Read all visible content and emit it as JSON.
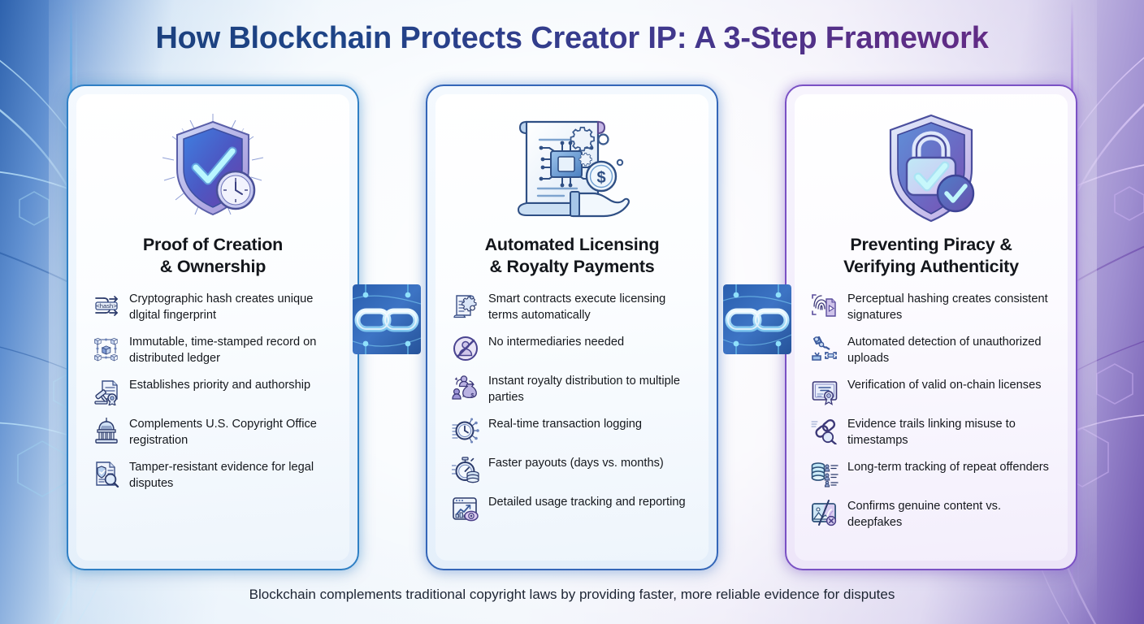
{
  "page": {
    "title": "How Blockchain Protects Creator IP: A 3-Step Framework",
    "footer": "Blockchain complements traditional copyright laws by providing faster, more reliable evidence for disputes"
  },
  "theme": {
    "title_gradient_start": "#1b3e78",
    "title_gradient_end": "#6b2b85",
    "card1_border": "#2f7fc4",
    "card2_border": "#3466b8",
    "card3_border": "#7a51c4",
    "accent_cyan": "#5fe0f0",
    "background_left": "#2e62ad",
    "background_right": "#6d53ad"
  },
  "cards": [
    {
      "id": "proof-of-creation",
      "hero_icon": "shield-check-clock-icon",
      "title_line1": "Proof of Creation",
      "title_line2": "& Ownership",
      "features": [
        {
          "icon": "hash-arrows-icon",
          "text": "Cryptographic hash creates unique dlgital fingerprint"
        },
        {
          "icon": "blockchain-nodes-icon",
          "text": "Immutable, time-stamped record on distributed ledger"
        },
        {
          "icon": "gavel-document-seal-icon",
          "text": "Establishes priority and authorship"
        },
        {
          "icon": "government-building-icon",
          "text": "Complements U.S. Copyright Office registration"
        },
        {
          "icon": "document-shield-magnifier-icon",
          "text": "Tamper-resistant evidence for legal disputes"
        }
      ]
    },
    {
      "id": "automated-licensing",
      "hero_icon": "smart-contract-scroll-hand-icon",
      "title_line1": "Automated Licensing",
      "title_line2": "& Royalty Payments",
      "features": [
        {
          "icon": "contract-gear-icon",
          "text": "Smart contracts execute licensing terms automatically"
        },
        {
          "icon": "no-intermediary-icon",
          "text": "No intermediaries needed"
        },
        {
          "icon": "people-money-bag-icon",
          "text": "Instant royalty distribution to multiple parties"
        },
        {
          "icon": "clock-network-icon",
          "text": "Real-time transaction logging"
        },
        {
          "icon": "stopwatch-coins-icon",
          "text": "Faster payouts (days vs. months)"
        },
        {
          "icon": "analytics-eye-icon",
          "text": "Detailed usage tracking and reporting"
        }
      ]
    },
    {
      "id": "preventing-piracy",
      "hero_icon": "shield-lock-verified-icon",
      "title_line1": "Preventing Piracy &",
      "title_line2": "Verifying Authenticity",
      "features": [
        {
          "icon": "fingerprint-media-icon",
          "text": "Perceptual hashing creates consistent signatures"
        },
        {
          "icon": "robot-arm-detection-icon",
          "text": "Automated detection of unauthorized uploads"
        },
        {
          "icon": "certificate-seal-icon",
          "text": "Verification of valid on-chain licenses"
        },
        {
          "icon": "chain-magnifier-icon",
          "text": "Evidence trails linking misuse to timestamps"
        },
        {
          "icon": "database-users-icon",
          "text": "Long-term tracking of repeat offenders"
        },
        {
          "icon": "image-deepfake-cross-icon",
          "text": "Confirms genuine content vs. deepfakes"
        }
      ]
    }
  ],
  "connectors": [
    {
      "id": "connector-1-2",
      "icon": "chain-link-icon"
    },
    {
      "id": "connector-2-3",
      "icon": "chain-link-icon"
    }
  ]
}
